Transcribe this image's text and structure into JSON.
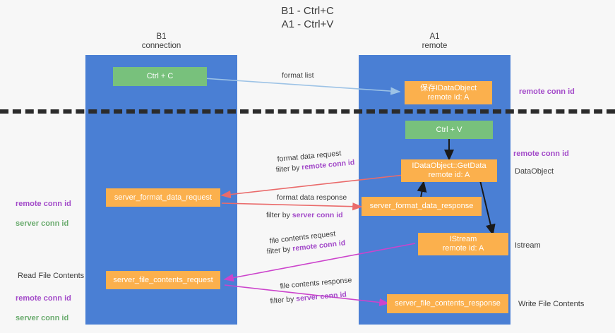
{
  "diagram": {
    "title": "B1 - Ctrl+C\nA1 - Ctrl+V",
    "lanes": [
      {
        "id": "b1",
        "label": "B1\nconnection"
      },
      {
        "id": "a1",
        "label": "A1\nremote"
      }
    ],
    "boxes": {
      "ctrl_c": "Ctrl + C",
      "ctrl_v": "Ctrl + V",
      "idataobject_top": "保存IDataObject\nremote id: A",
      "idataobject_getdata": "IDataObject::GetData\nremote id: A",
      "server_format_data_request": "server_format_data_request",
      "server_format_data_response": "server_format_data_response",
      "istream": "IStream\nremote id: A",
      "server_file_contents_request": "server_file_contents_request",
      "server_file_contents_response": "server_file_contents_response"
    },
    "edge_labels": {
      "format_list": "format list",
      "format_data_request": "format data request",
      "format_data_request_filter_prefix": "filter by ",
      "format_data_request_filter_key": "remote conn id",
      "format_data_response": "format data response",
      "format_data_response_filter_prefix": "filter by ",
      "format_data_response_filter_key": "server conn id",
      "file_contents_request": "file contents request",
      "file_contents_request_filter_prefix": "filter by ",
      "file_contents_request_filter_key": "remote conn id",
      "file_contents_response": "file contents response",
      "file_contents_response_filter_prefix": "filter by ",
      "file_contents_response_filter_key": "server conn id"
    },
    "right_notes": {
      "remote_conn_id_top": "remote conn id",
      "remote_conn_id_mid": "remote conn id",
      "dataobject": "DataObject",
      "istream": "Istream",
      "write_file_contents": "Write File Contents"
    },
    "left_notes": {
      "conn_pair_mid_remote": "remote conn id",
      "conn_pair_mid_server": "server conn id",
      "read_file_contents": "Read File Contents",
      "conn_pair_bottom_remote": "remote conn id",
      "conn_pair_bottom_server": "server conn id"
    },
    "colors": {
      "lane": "#4a7fd4",
      "green_box": "#78c17c",
      "orange_box": "#fbb04d",
      "purple_text": "#a34bc9",
      "green_text": "#6aab6e",
      "arrow_blue": "#9dc3e6",
      "arrow_red": "#ea6b6b",
      "arrow_magenta": "#cc44cc",
      "arrow_black": "#1a1a1a",
      "background": "#f7f7f7"
    }
  }
}
